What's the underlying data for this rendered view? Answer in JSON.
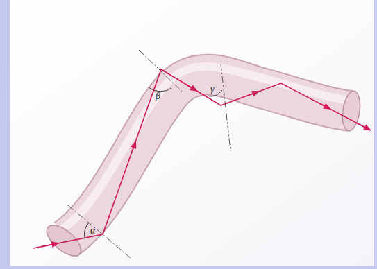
{
  "diagram": {
    "labels": [
      "α",
      "β",
      "γ"
    ]
  }
}
